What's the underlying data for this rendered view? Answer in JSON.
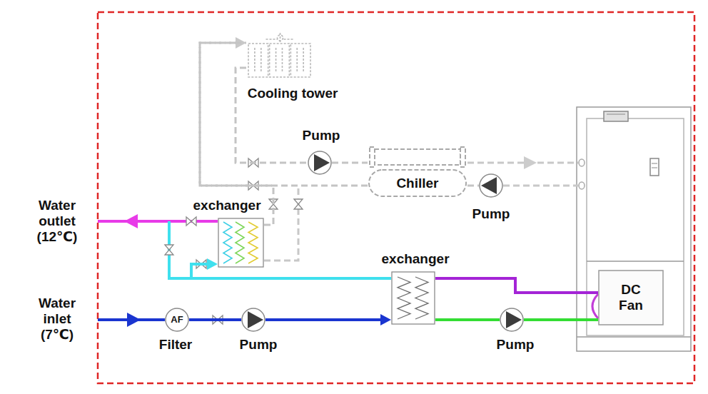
{
  "diagram": {
    "nodes": [
      {
        "text": [
          "Cooling tower"
        ]
      },
      {
        "text": [
          "Pump"
        ]
      },
      {
        "text": [
          "Chiller"
        ]
      },
      {
        "text": [
          "Pump"
        ]
      },
      {
        "text": [
          "exchanger"
        ]
      },
      {
        "text": [
          "exchanger"
        ]
      },
      {
        "text": [
          "DC Fan"
        ]
      },
      {
        "text": [
          "AF",
          "Filter"
        ]
      },
      {
        "text": [
          "Pump"
        ]
      },
      {
        "text": [
          "Pump"
        ]
      }
    ],
    "edges": [
      {
        "from": 0,
        "to": 1,
        "arrow": "none"
      },
      {
        "from": 1,
        "to": 2,
        "arrow": "none"
      },
      {
        "from": 2,
        "to": 3,
        "arrow": "none"
      },
      {
        "from": 2,
        "to": 0,
        "arrow": "to"
      },
      {
        "from": 4,
        "to": 0,
        "arrow": "none"
      },
      {
        "from": 7,
        "to": 8,
        "arrow": "none"
      },
      {
        "from": 8,
        "to": 5,
        "arrow": "to"
      },
      {
        "from": 5,
        "to": 9,
        "arrow": "none"
      },
      {
        "from": 9,
        "to": 6,
        "arrow": "none"
      },
      {
        "from": 6,
        "to": 5,
        "arrow": "none"
      },
      {
        "from": 5,
        "to": 4,
        "arrow": "to"
      }
    ],
    "labels": [
      "Water outlet (12℃)",
      "Water inlet (7℃)"
    ]
  }
}
